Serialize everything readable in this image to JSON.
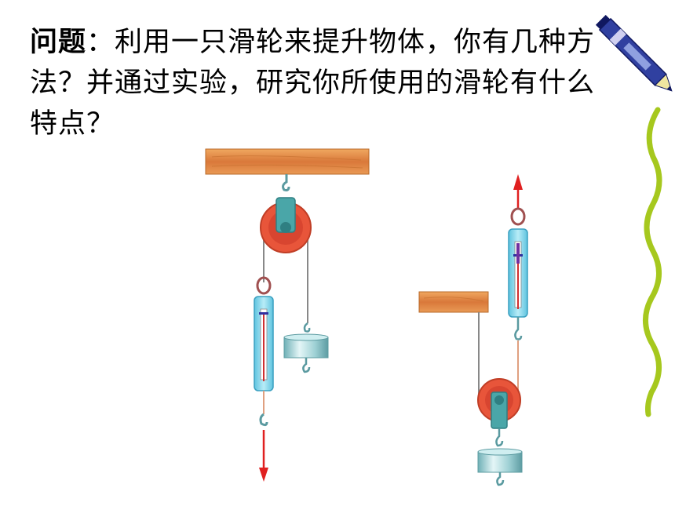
{
  "question": {
    "label": "问题",
    "colon": "：",
    "text": "利用一只滑轮来提升物体，你有几种方法？并通过实验，研究你所使用的滑轮有什么特点？"
  },
  "colors": {
    "wood": "#e08a3c",
    "pulley_outer": "#e8553a",
    "pulley_hub": "#4aa6a8",
    "scale_body": "#7fd3e8",
    "force_arrow": "#e02020",
    "weight": "#9ccfd3",
    "squiggle": "#a6c81e",
    "pen_body": "#3040a0"
  },
  "icons": [
    "pen-icon",
    "squiggle-decoration"
  ]
}
